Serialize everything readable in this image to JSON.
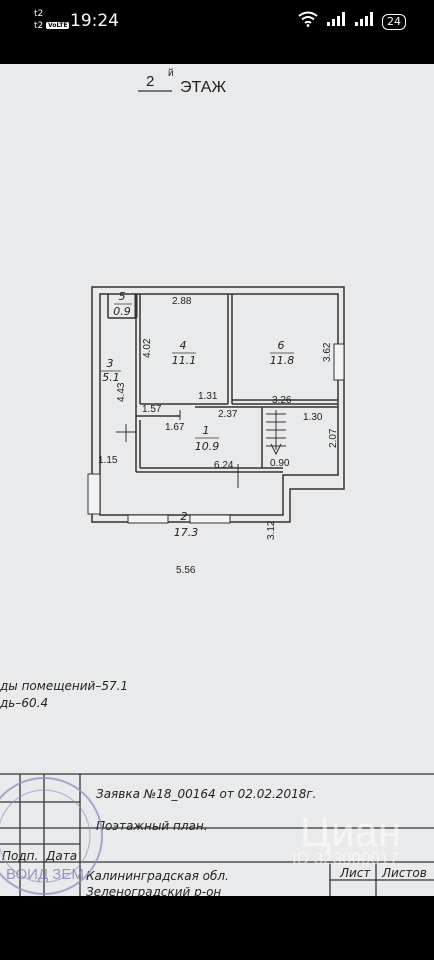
{
  "status_bar": {
    "carrier_1": "t2",
    "carrier_2": "t2",
    "volte": "VoLTE",
    "time": "19:24",
    "battery": "24"
  },
  "plan": {
    "title_number": "2",
    "title_sup": "й",
    "title_word": "ЭТАЖ",
    "rooms": [
      {
        "number": "5",
        "area": "0.9"
      },
      {
        "number": "4",
        "area": "11.1"
      },
      {
        "number": "6",
        "area": "11.8"
      },
      {
        "number": "3",
        "area": "5.1"
      },
      {
        "number": "1",
        "area": "10.9"
      },
      {
        "number": "2",
        "area": "17.3"
      }
    ],
    "dimensions": {
      "d_2_88": "2.88",
      "d_4_02": "4.02",
      "d_3_62": "3.62",
      "d_4_43": "4.43",
      "d_1_31": "1.31",
      "d_3_26": "3.26",
      "d_1_57": "1.57",
      "d_2_37": "2.37",
      "d_1_30": "1.30",
      "d_1_67": "1.67",
      "d_2_07": "2.07",
      "d_1_15": "1.15",
      "d_6_24": "6.24",
      "d_0_90": "0.90",
      "d_3_12": "3.12",
      "d_5_56": "5.56"
    }
  },
  "notes": {
    "line1": "ды помещений–57.1",
    "line2": "дь–60.4"
  },
  "stamp_table": {
    "request": "Заявка №18_00164 от 02.02.2018г.",
    "plan_name": "Поэтажный план.",
    "col_sign": "Подп.",
    "col_date": "Дата",
    "address_1": "Калининградская обл.",
    "address_2": "Зеленоградский р-он",
    "sheet": "Лист",
    "sheets": "Листов"
  },
  "seal_text": "ВОИД ЗЕМ",
  "watermark": {
    "brand": "Циан",
    "id": "ID 323000017"
  }
}
